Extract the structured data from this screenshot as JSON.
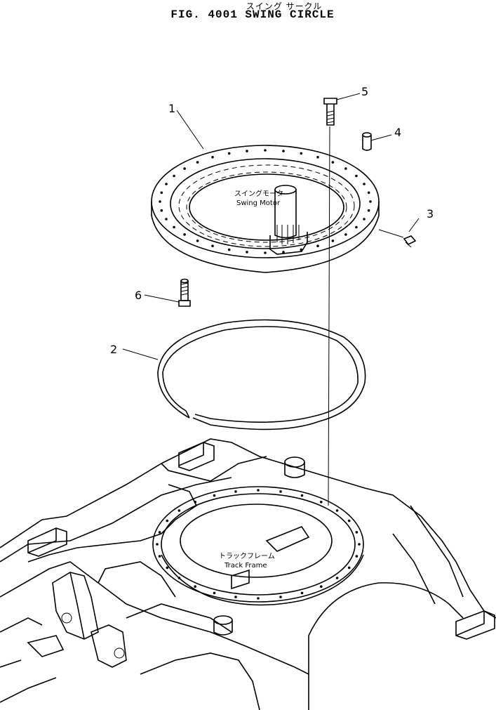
{
  "figure": {
    "title_jp": "スイング サークル",
    "title_en": "FIG. 4001  SWING CIRCLE"
  },
  "callouts": [
    "1",
    "2",
    "3",
    "4",
    "5",
    "6"
  ],
  "labels": {
    "swing_motor_jp": "スイングモータ",
    "swing_motor_en": "Swing Motor",
    "track_frame_jp": "トラックフレーム",
    "track_frame_en": "Track Frame"
  }
}
